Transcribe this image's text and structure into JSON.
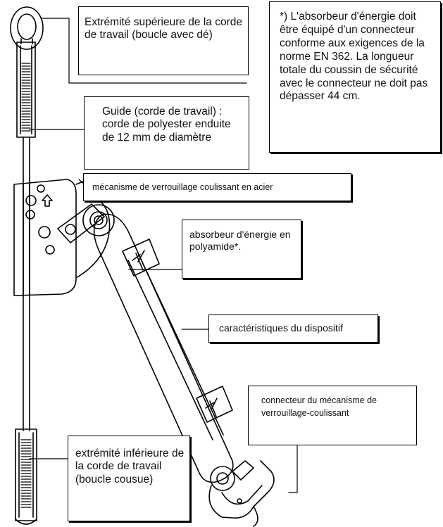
{
  "labels": {
    "top_end": "Extrémité supérieure de la corde de travail (boucle avec dé)",
    "note": "*) L'absorbeur d'énergie doit être équipé d'un connecteur conforme aux exigences de la norme EN 362. La longueur totale du coussin de sécurité avec le connecteur ne doit pas dépasser 44 cm.",
    "guide": "Guide (corde de travail) : corde de polyester enduite de 12 mm de diamètre",
    "locking_mechanism": "mécanisme de verrouillage coulissant en acier",
    "absorber": "absorbeur d'énergie en polyamide*.",
    "characteristics": "caractéristiques du dispositif",
    "connector": "connecteur du mécanisme de verrouillage-coulissant",
    "bottom_end": "extrémité inférieure de la corde de travail (boucle cousue)"
  },
  "colors": {
    "line": "#000000",
    "background": "#ffffff"
  }
}
